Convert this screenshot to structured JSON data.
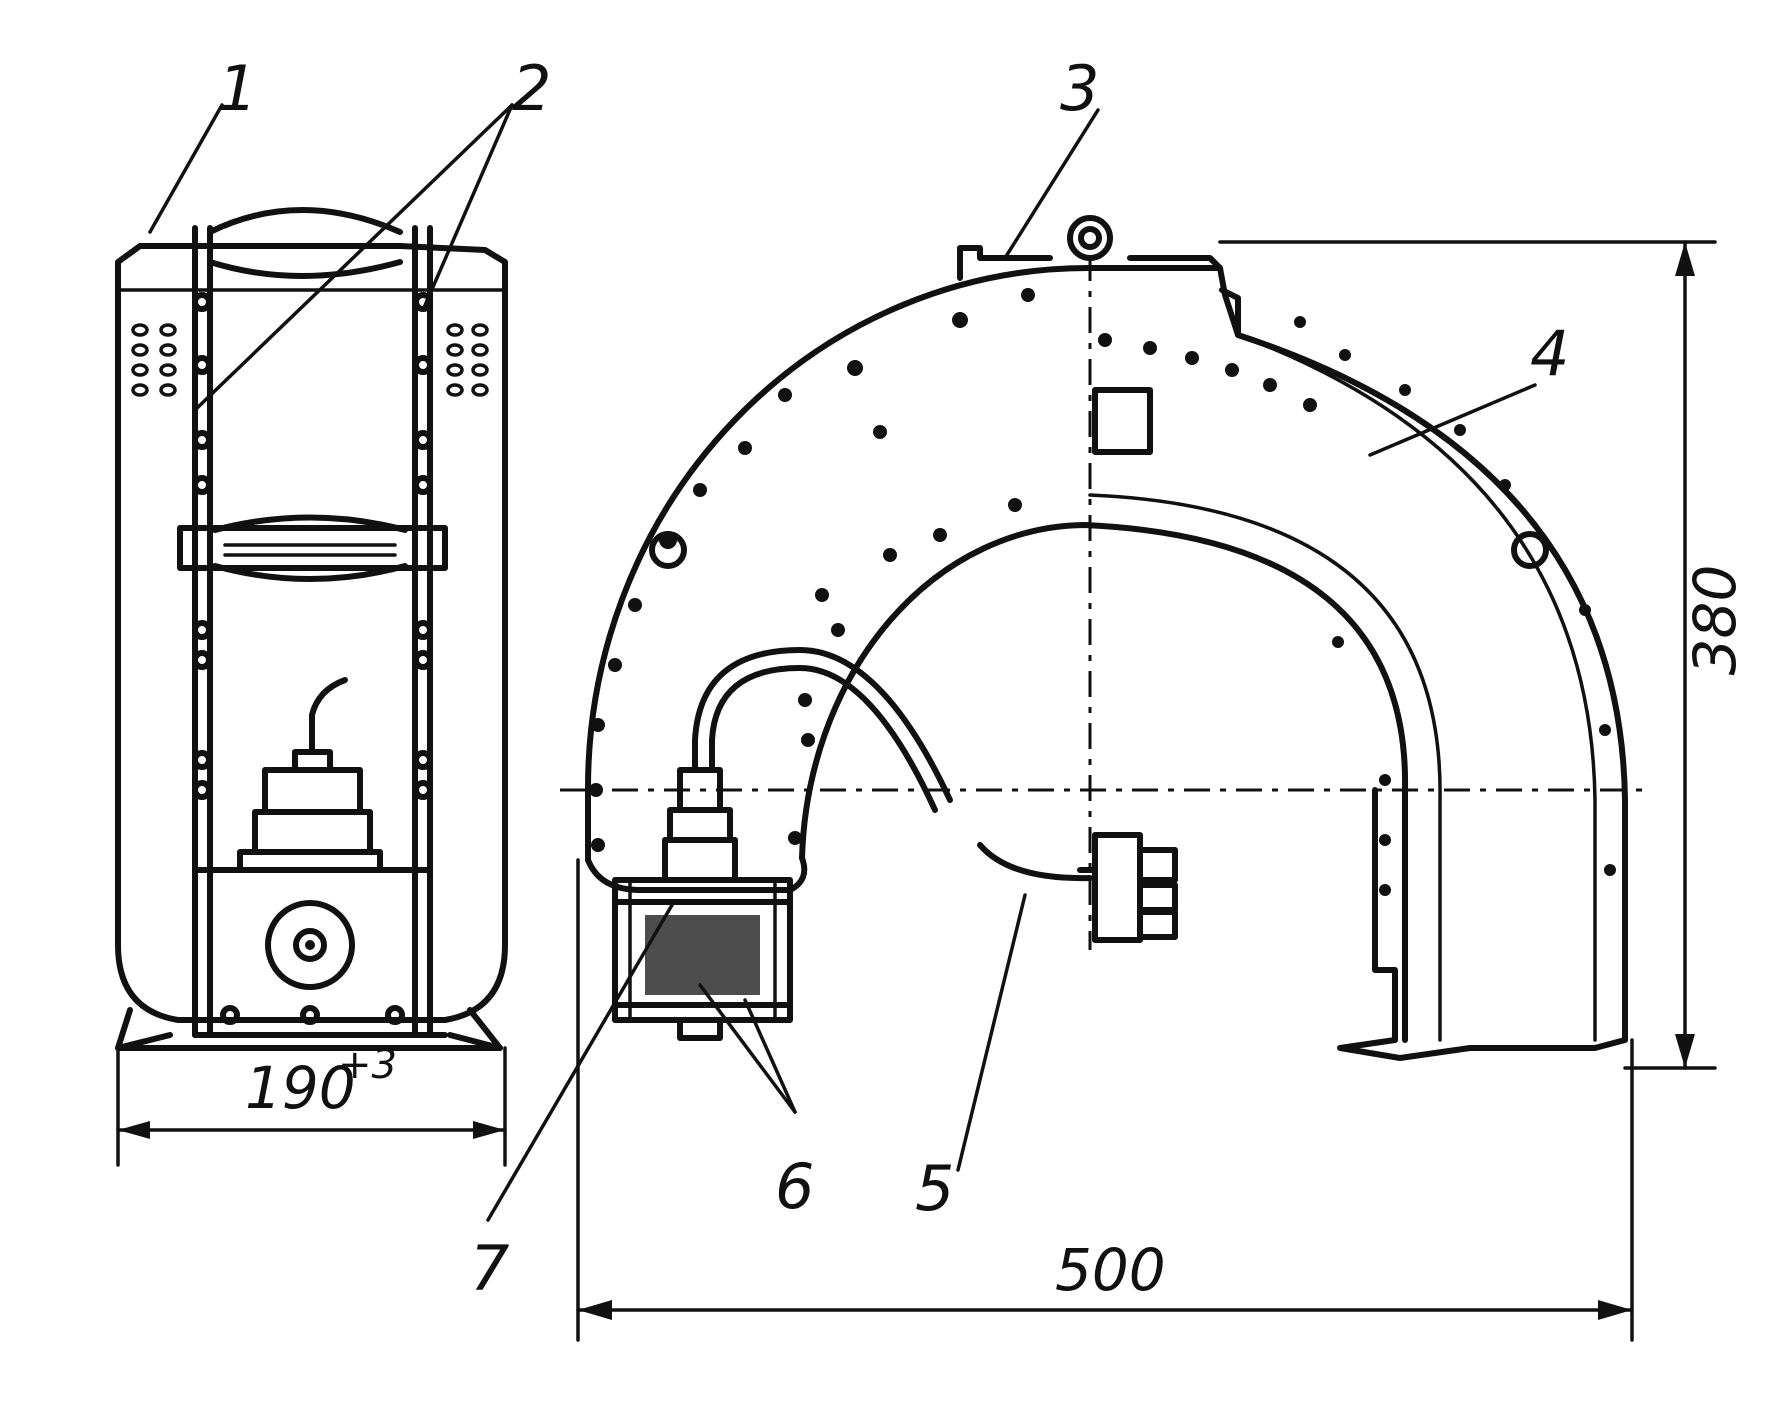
{
  "figure": {
    "callouts": {
      "c1": "1",
      "c2": "2",
      "c3": "3",
      "c4": "4",
      "c5": "5",
      "c6": "6",
      "c7": "7"
    },
    "dimensions": {
      "width_side": "190",
      "width_side_tolerance": "+3",
      "width_front": "500",
      "height_front": "380"
    }
  }
}
